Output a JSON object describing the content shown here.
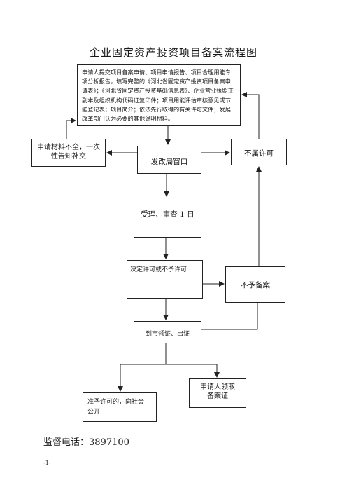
{
  "title": "企业固定资产投资项目备案流程图",
  "boxes": {
    "main": "申请人提交项目备案申请、项目申请报告、项目合理用能专项分析报告，填写完整的《河北省固定资产投资项目备案申请表》；《河北省固定资产投资基础信息表》、企业营业执照正副本及组织机构代码证复印件；项目用能评估审核意见或节能登记表；项目简介；依法先行取得的有关许可文件；发展改革部门认为必要的其他说明材料。",
    "incomplete_line1": "申请材料不全，一次",
    "incomplete_line2": "性告知补交",
    "window": "发改局窗口",
    "not_permit": "不属许可",
    "accept": "受理、审查  1  日",
    "decide": "决定许可或不予许可",
    "no_file": "不予备案",
    "collect": "到市领证、出证",
    "applicant_line1": "申请人领取",
    "applicant_line2": "备案证",
    "public_line1": "准予许可的，向社会",
    "public_line2": "公开"
  },
  "footer": {
    "phone": "监督电话：3897100",
    "page": "-1-"
  }
}
